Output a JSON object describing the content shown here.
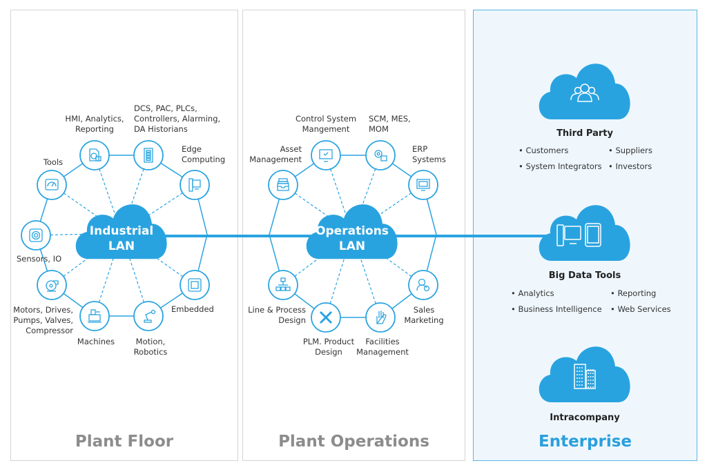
{
  "colors": {
    "accent": "#29a3e0",
    "panel_border": "#d4d4d4",
    "enterprise_bg": "#eff7fd",
    "title_gray": "#8c8c8c"
  },
  "panels": {
    "plant_floor": {
      "title": "Plant Floor",
      "hub": {
        "line1": "Industrial",
        "line2": "LAN"
      },
      "nodes": [
        {
          "id": "tools",
          "icon": "gauge-icon",
          "label": [
            "Tools"
          ]
        },
        {
          "id": "hmi",
          "icon": "report-chart-icon",
          "label": [
            "HMI, Analytics,",
            "Reporting"
          ]
        },
        {
          "id": "dcs",
          "icon": "controller-rack-icon",
          "label": [
            "DCS, PAC, PLCs,",
            "Controllers, Alarming,",
            "DA Historians"
          ]
        },
        {
          "id": "edge",
          "icon": "edge-device-icon",
          "label": [
            "Edge",
            "Computing"
          ]
        },
        {
          "id": "sensors",
          "icon": "sensor-icon",
          "label": [
            "Sensors, IO"
          ]
        },
        {
          "id": "motors",
          "icon": "pump-icon",
          "label": [
            "Motors, Drives,",
            "Pumps, Valves,",
            "Compressor"
          ]
        },
        {
          "id": "machines",
          "icon": "machine-icon",
          "label": [
            "Machines"
          ]
        },
        {
          "id": "motion",
          "icon": "robot-arm-icon",
          "label": [
            "Motion,",
            "Robotics"
          ]
        },
        {
          "id": "embedded",
          "icon": "chip-icon",
          "label": [
            "Embedded"
          ]
        }
      ]
    },
    "plant_operations": {
      "title": "Plant Operations",
      "hub": {
        "line1": "Operations",
        "line2": "LAN"
      },
      "nodes": [
        {
          "id": "asset",
          "icon": "inbox-tray-icon",
          "label": [
            "Asset",
            "Management"
          ]
        },
        {
          "id": "control",
          "icon": "monitor-check-icon",
          "label": [
            "Control System",
            "Mangement"
          ]
        },
        {
          "id": "scm",
          "icon": "gears-icon",
          "label": [
            "SCM, MES,",
            "MOM"
          ]
        },
        {
          "id": "erp",
          "icon": "monitor-icon",
          "label": [
            "ERP",
            "Systems"
          ]
        },
        {
          "id": "line",
          "icon": "org-chart-icon",
          "label": [
            "Line & Process",
            "Design"
          ]
        },
        {
          "id": "plm",
          "icon": "pencil-ruler-icon",
          "label": [
            "PLM. Product",
            "Design"
          ]
        },
        {
          "id": "facilities",
          "icon": "hand-icon",
          "label": [
            "Facilities",
            "Management"
          ]
        },
        {
          "id": "sales",
          "icon": "user-gear-icon",
          "label": [
            "Sales",
            "Marketing"
          ]
        }
      ]
    },
    "enterprise": {
      "title": "Enterprise",
      "groups": [
        {
          "icon": "people-icon",
          "title": "Third Party",
          "bullets": [
            "Customers",
            "Suppliers",
            "System Integrators",
            "Investors"
          ]
        },
        {
          "icon": "devices-icon",
          "title": "Big Data Tools",
          "bullets": [
            "Analytics",
            "Reporting",
            "Business Intelligence",
            "Web Services"
          ]
        },
        {
          "icon": "buildings-icon",
          "title": "Intracompany",
          "bullets": []
        }
      ]
    }
  }
}
